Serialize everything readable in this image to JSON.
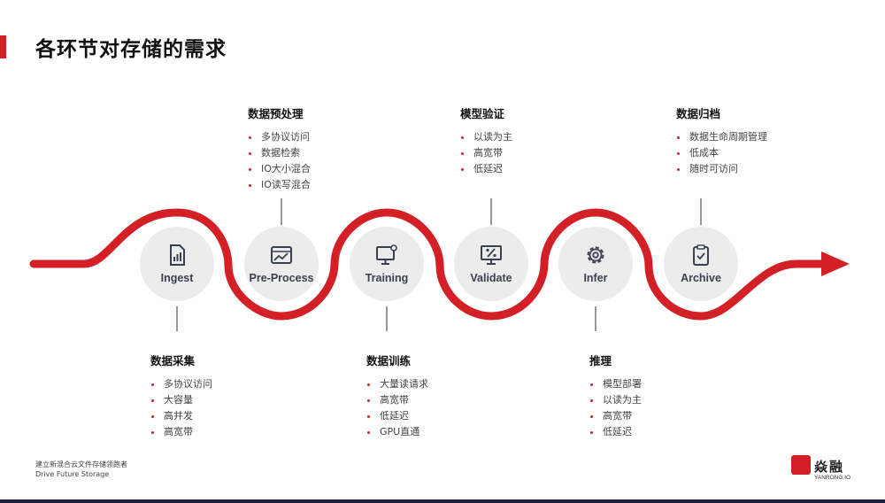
{
  "title": "各环节对存储的需求",
  "accent_color": "#d31f26",
  "stages": [
    {
      "label": "Ingest",
      "icon": "document-chart-icon"
    },
    {
      "label": "Pre-Process",
      "icon": "chart-card-icon"
    },
    {
      "label": "Training",
      "icon": "monitor-gear-icon"
    },
    {
      "label": "Validate",
      "icon": "monitor-percent-icon"
    },
    {
      "label": "Infer",
      "icon": "gear-icon"
    },
    {
      "label": "Archive",
      "icon": "clipboard-check-icon"
    }
  ],
  "requirements": {
    "ingest": {
      "title": "数据采集",
      "items": [
        "多协议访问",
        "大容量",
        "高并发",
        "高宽带"
      ]
    },
    "preprocess": {
      "title": "数据预处理",
      "items": [
        "多协议访问",
        "数据检索",
        "IO大小混合",
        "IO读写混合"
      ]
    },
    "training": {
      "title": "数据训练",
      "items": [
        "大量读请求",
        "高宽带",
        "低延迟",
        "GPU直通"
      ]
    },
    "validate": {
      "title": "模型验证",
      "items": [
        "以读为主",
        "高宽带",
        "低延迟"
      ]
    },
    "infer": {
      "title": "推理",
      "items": [
        "模型部署",
        "以读为主",
        "高宽带",
        "低延迟"
      ]
    },
    "archive": {
      "title": "数据归档",
      "items": [
        "数据生命周期管理",
        "低成本",
        "随时可访问"
      ]
    }
  },
  "footer": {
    "line1": "建立新混合云文件存储领跑者",
    "line2": "Drive Future Storage"
  },
  "logo": {
    "name": "焱融",
    "sub": "YANRONG.IO"
  }
}
